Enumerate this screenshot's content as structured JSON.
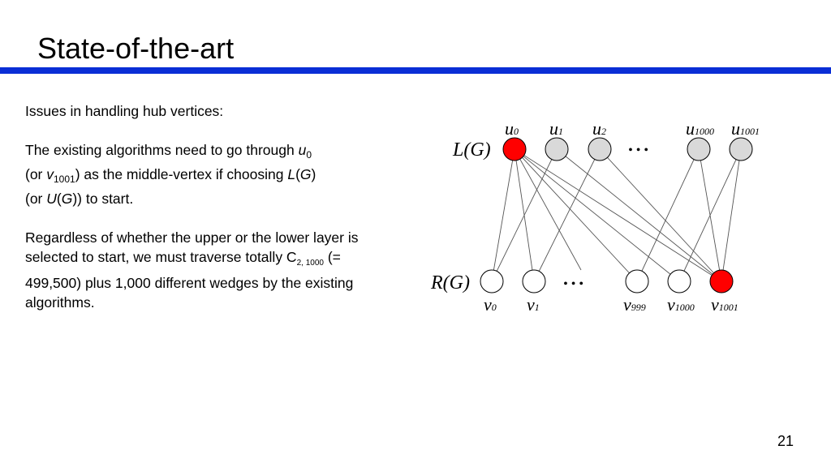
{
  "slide": {
    "title": "State-of-the-art",
    "page_number": "21"
  },
  "text": {
    "heading": "Issues in handling hub vertices:",
    "p1": {
      "a": "The existing algorithms need to go through ",
      "u": "u",
      "u_sub": "0",
      "b": "(or ",
      "v": "v",
      "v_sub": "1001",
      "c": ") as the middle-vertex if choosing ",
      "L": "L",
      "lp": "(",
      "G1": "G",
      "rp": ")",
      "d": "(or ",
      "U": "U",
      "lp2": "(",
      "G2": "G",
      "e": ")) to start."
    },
    "p2": {
      "a": "Regardless of whether the upper or the lower layer is selected to start, we must traverse totally C",
      "sub": "2, 1000",
      "b": " (= 499,500) plus 1,000 different wedges by the existing algorithms."
    }
  },
  "diagram": {
    "top_layer_label": "L(G)",
    "bottom_layer_label": "R(G)",
    "ellipsis": "• • •",
    "hub_color": "#ff0000",
    "top_color": "#d9d9d9",
    "bottom_color": "#ffffff",
    "top_nodes": [
      {
        "id": "u0",
        "base": "u",
        "sub": "0",
        "hub": true
      },
      {
        "id": "u1",
        "base": "u",
        "sub": "1",
        "hub": false
      },
      {
        "id": "u2",
        "base": "u",
        "sub": "2",
        "hub": false
      },
      {
        "id": "u1000",
        "base": "u",
        "sub": "1000",
        "hub": false
      },
      {
        "id": "u1001",
        "base": "u",
        "sub": "1001",
        "hub": false
      }
    ],
    "bottom_nodes": [
      {
        "id": "v0",
        "base": "v",
        "sub": "0",
        "hub": false
      },
      {
        "id": "v1",
        "base": "v",
        "sub": "1",
        "hub": false
      },
      {
        "id": "v999",
        "base": "v",
        "sub": "999",
        "hub": false
      },
      {
        "id": "v1000",
        "base": "v",
        "sub": "1000",
        "hub": false
      },
      {
        "id": "v1001",
        "base": "v",
        "sub": "1001",
        "hub": true
      }
    ]
  }
}
